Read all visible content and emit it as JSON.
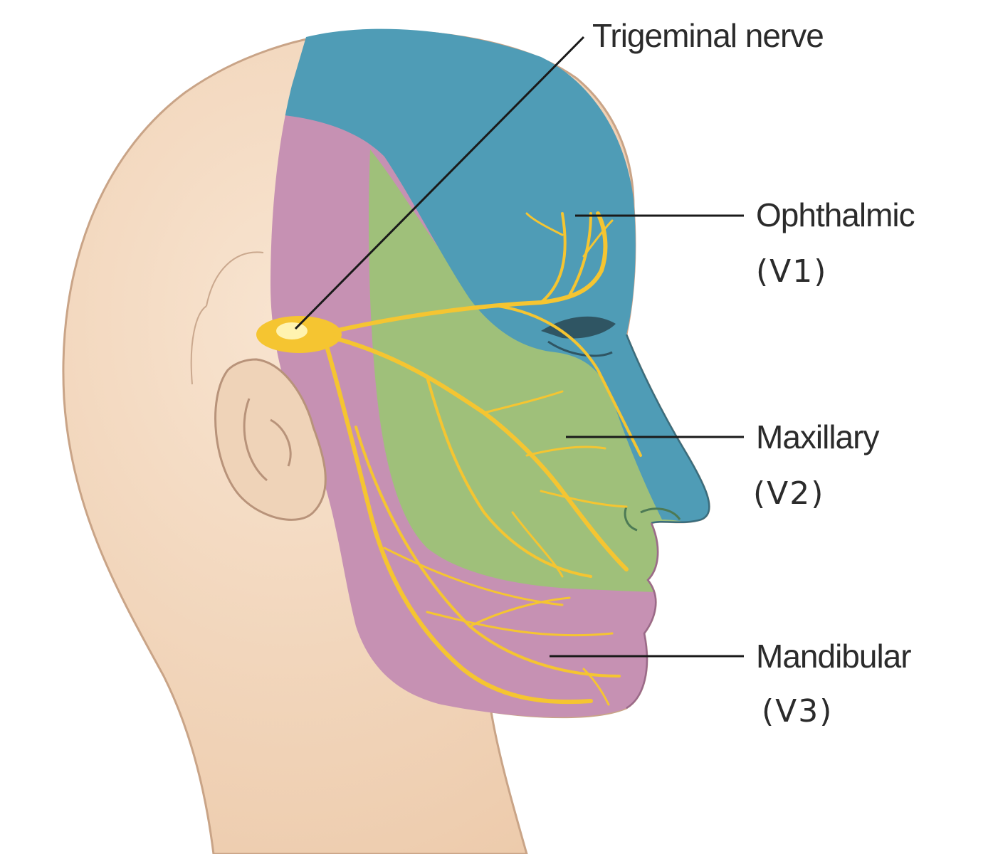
{
  "labels": {
    "trigeminal": "Trigeminal nerve",
    "ophthalmic": "Ophthalmic",
    "ophthalmic_code": "(V1)",
    "maxillary": "Maxillary",
    "maxillary_code": "(V2)",
    "mandibular": "Mandibular",
    "mandibular_code": "(V3)"
  },
  "colors": {
    "skin": "#f3d9c1",
    "skin_outline": "#c9a487",
    "ophthalmic_region": "#4f9cb6",
    "maxillary_region": "#9fc07a",
    "mandibular_region": "#c691b3",
    "nerve": "#f5c531",
    "leader_line": "#1a1a1a"
  }
}
